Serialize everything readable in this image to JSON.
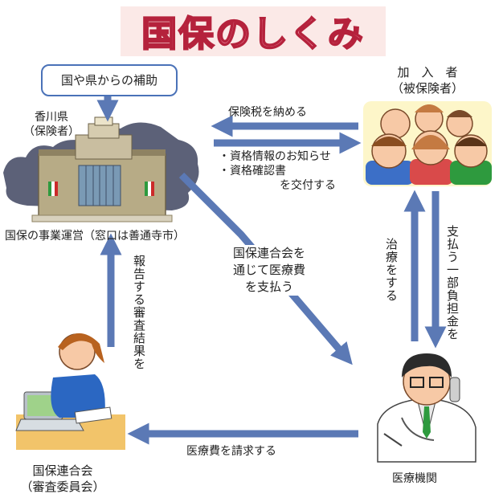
{
  "title": "国保のしくみ",
  "subsidy": "国や県からの補助",
  "kagawa": [
    "香川県",
    "（保険者）"
  ],
  "enrollee": [
    "加　入　者",
    "（被保険者）"
  ],
  "pay_tax": "保険税を納める",
  "issue": [
    "・資格情報のお知らせ",
    "・資格確認書",
    "を交付する"
  ],
  "operation": "国保の事業運営（窓口は善通寺市）",
  "report": [
    "報告する",
    "審査結果を"
  ],
  "via_union": [
    "国保連合会を",
    "通じて医療費",
    "を支払う"
  ],
  "treat": "治療をする",
  "copay": [
    "支払う",
    "一部負担金を"
  ],
  "claim": "医療費を請求する",
  "union": [
    "国保連合会",
    "（審査委員会）"
  ],
  "medical": "医療機関",
  "colors": {
    "arrow": "#5b79b5",
    "cloud": "#5c6178",
    "title_fill": "#f08aa2",
    "title_stroke": "#b5223c",
    "group_bg": "#fdf6c9"
  }
}
